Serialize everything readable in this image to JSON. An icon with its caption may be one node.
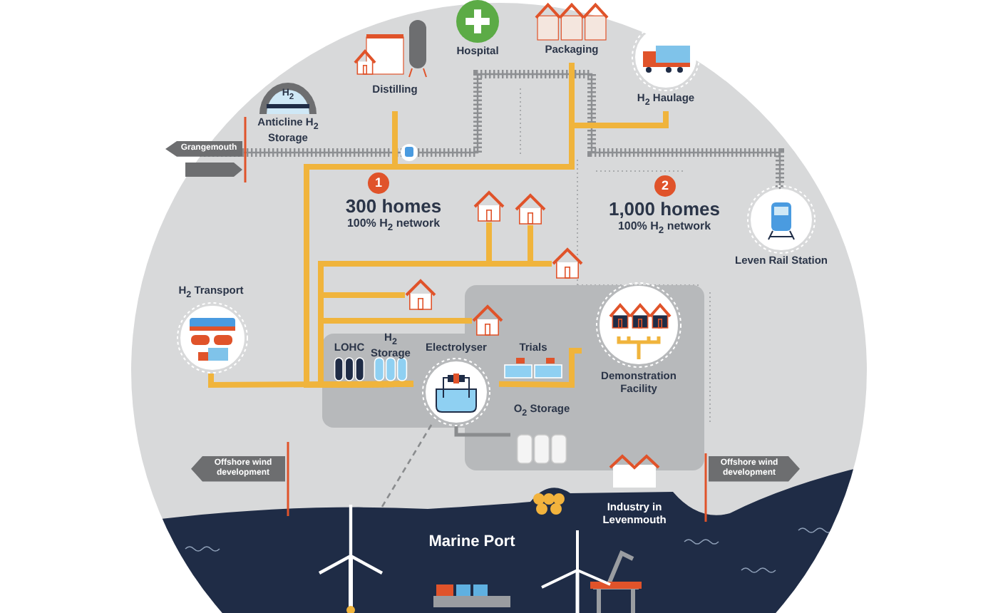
{
  "diagram": {
    "nodes": [
      {
        "text": [
          "Hospital"
        ]
      },
      {
        "text": [
          "Packaging"
        ]
      },
      {
        "text": [
          "Distilling"
        ]
      },
      {
        "text": [
          "Anticline H$_{2}$ Storage"
        ]
      },
      {
        "text": [
          "H$_{2}$ Haulage"
        ]
      },
      {
        "text": [
          "300 homes",
          "100% H$_{2}$ network"
        ]
      },
      {
        "text": [
          "1,000 homes",
          "100% H$_{2}$ network"
        ]
      },
      {
        "text": [
          "Leven Rail Station"
        ]
      },
      {
        "text": [
          "H$_{2}$ Transport"
        ]
      },
      {
        "text": [
          "LOHC"
        ]
      },
      {
        "text": [
          "H$_{2}$ Storage"
        ]
      },
      {
        "text": [
          "Electrolyser"
        ]
      },
      {
        "text": [
          "Trials"
        ]
      },
      {
        "text": [
          "O$_{2}$ Storage"
        ]
      },
      {
        "text": [
          "Demonstration Facility"
        ]
      },
      {
        "text": [
          "Marine Port"
        ]
      },
      {
        "text": [
          "Industry in Levenmouth"
        ]
      },
      {
        "text": [],
        "shape": "turbine"
      },
      {
        "text": [],
        "shape": "house"
      },
      {
        "text": [],
        "shape": "house"
      },
      {
        "text": [],
        "shape": "house"
      },
      {
        "text": [],
        "shape": "house"
      },
      {
        "text": [],
        "shape": "house"
      }
    ],
    "edges": [
      {
        "from": 8,
        "to": 11,
        "arrow": "none"
      },
      {
        "from": 11,
        "to": 14,
        "arrow": "none"
      },
      {
        "from": 11,
        "to": 13,
        "arrow": "none",
        "color": "#8a8c8e"
      },
      {
        "from": 11,
        "to": 17,
        "arrow": "none",
        "style": "dashed",
        "color": "#8a8c8e"
      },
      {
        "from": 11,
        "to": 2,
        "arrow": "none"
      },
      {
        "from": 11,
        "to": 1,
        "arrow": "none"
      },
      {
        "from": 1,
        "to": 4,
        "arrow": "none"
      },
      {
        "from": 11,
        "to": 18,
        "arrow": "none"
      },
      {
        "from": 11,
        "to": 19,
        "arrow": "none"
      },
      {
        "from": 11,
        "to": 20,
        "arrow": "none"
      },
      {
        "from": 11,
        "to": 21,
        "arrow": "none"
      },
      {
        "from": 11,
        "to": 22,
        "arrow": "none"
      }
    ],
    "labels": [
      "H$_{2}$",
      "Grangemouth",
      "1",
      "2",
      "Offshore wind development",
      "Offshore wind development"
    ]
  }
}
